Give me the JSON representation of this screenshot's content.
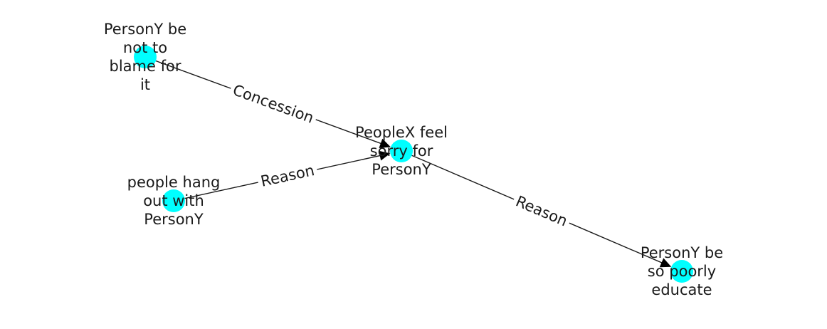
{
  "colors": {
    "node": "#00ffff",
    "edge": "#1a1a1a",
    "text": "#1a1a1a",
    "background": "#ffffff"
  },
  "nodes": [
    {
      "id": "n1",
      "lines": [
        "PersonY be",
        "not to",
        "blame for",
        "it"
      ]
    },
    {
      "id": "n2",
      "lines": [
        "PeopleX feel",
        "sorry for",
        "PersonY"
      ]
    },
    {
      "id": "n3",
      "lines": [
        "people hang",
        "out with",
        "PersonY"
      ]
    },
    {
      "id": "n4",
      "lines": [
        "PersonY be",
        "so poorly",
        "educate"
      ]
    }
  ],
  "edges": [
    {
      "from": "n1",
      "to": "n2",
      "label": "Concession"
    },
    {
      "from": "n3",
      "to": "n2",
      "label": "Reason"
    },
    {
      "from": "n2",
      "to": "n4",
      "label": "Reason"
    }
  ]
}
